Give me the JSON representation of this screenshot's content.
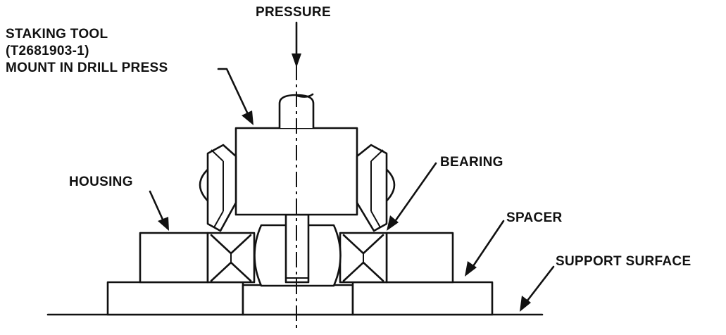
{
  "labels": {
    "pressure": "PRESSURE",
    "staking_tool_line1": "STAKING TOOL",
    "staking_tool_line2": "(T2681903-1)",
    "staking_tool_line3": "MOUNT IN DRILL PRESS",
    "bearing": "BEARING",
    "housing": "HOUSING",
    "spacer": "SPACER",
    "support_surface": "SUPPORT SURFACE"
  }
}
